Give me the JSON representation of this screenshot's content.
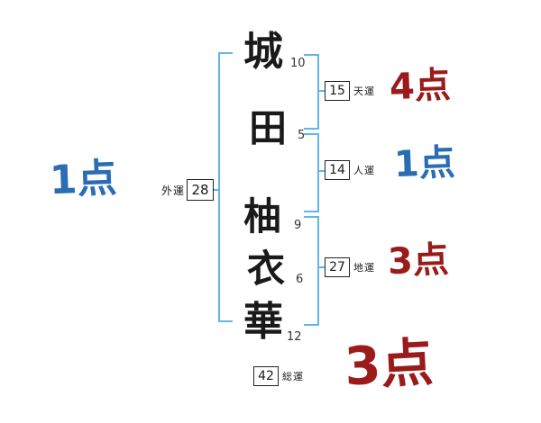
{
  "name": {
    "chars": [
      {
        "char": "城",
        "strokes": "10"
      },
      {
        "char": "田",
        "strokes": "5"
      },
      {
        "char": "柚",
        "strokes": "9"
      },
      {
        "char": "衣",
        "strokes": "6"
      },
      {
        "char": "華",
        "strokes": "12"
      }
    ]
  },
  "fortunes": {
    "gaiun": {
      "label": "外運",
      "value": "28",
      "score": "1点"
    },
    "tenun": {
      "label": "天運",
      "value": "15",
      "score": "4点"
    },
    "jinun": {
      "label": "人運",
      "value": "14",
      "score": "1点"
    },
    "chiun": {
      "label": "地運",
      "value": "27",
      "score": "3点"
    },
    "souun": {
      "label": "総運",
      "value": "42",
      "score": "3点"
    }
  },
  "colors": {
    "score_blue": "#2a6db5",
    "score_red": "#9b1b1b",
    "bracket_blue": "#5fb7e5",
    "char_black": "#1a1a1a"
  }
}
